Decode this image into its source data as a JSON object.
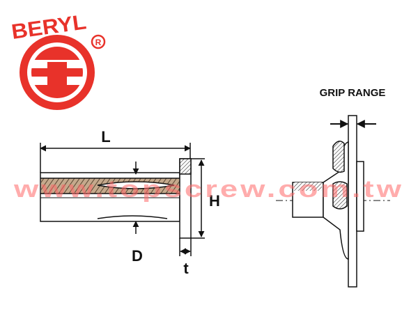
{
  "logo": {
    "brand_name": "BERYL",
    "registered_mark": "R",
    "color": "#e8322a"
  },
  "watermark": {
    "text": "www.topscrew.com.tw",
    "color": "#ff6a6a"
  },
  "labels": {
    "length": "L",
    "height": "H",
    "diameter": "D",
    "thickness": "t",
    "grip_range": "GRIP RANGE"
  },
  "colors": {
    "line": "#111111",
    "knurl": "#c4a98c"
  }
}
